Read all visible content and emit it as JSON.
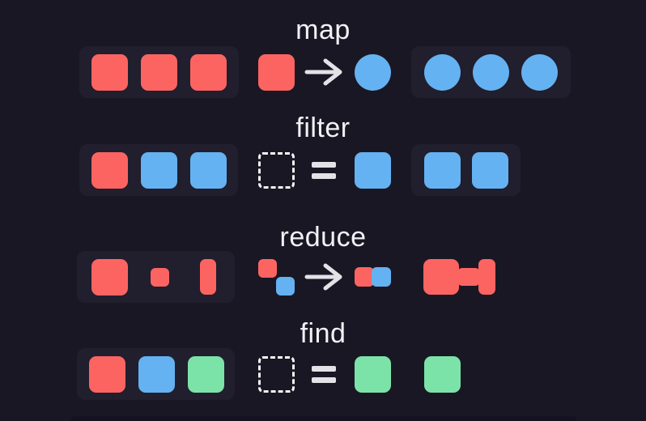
{
  "page": {
    "background": "#191724",
    "panel_color": "#211E2D",
    "bottom_strip_color": "#141220"
  },
  "colors": {
    "red": "#FC6462",
    "blue": "#64B2F2",
    "green": "#7CE3A8",
    "operator": "#E3E2E7",
    "text": "#F2F1F5",
    "dashed": "#F5F5F5"
  },
  "rows": [
    {
      "label": "map",
      "input_array": [
        "red-square",
        "red-square",
        "red-square"
      ],
      "transform": {
        "from": "red-square",
        "operator": "arrow",
        "to": "blue-circle"
      },
      "result": [
        "blue-circle",
        "blue-circle",
        "blue-circle"
      ],
      "result_panel": true
    },
    {
      "label": "filter",
      "input_array": [
        "red-square",
        "blue-square",
        "blue-square"
      ],
      "transform": {
        "from": "dashed-placeholder",
        "operator": "equals",
        "to": "blue-square"
      },
      "result": [
        "blue-square",
        "blue-square"
      ],
      "result_panel": true
    },
    {
      "label": "reduce",
      "input_array": [
        "red-square-large",
        "red-square-small",
        "red-bar-tall"
      ],
      "transform": {
        "from": "red-blue-diagonal-pair",
        "operator": "arrow",
        "to": "red-blue-merged-pair"
      },
      "result": [
        "red-merged-dumbbell"
      ],
      "result_panel": false
    },
    {
      "label": "find",
      "input_array": [
        "red-square",
        "blue-square",
        "green-square"
      ],
      "transform": {
        "from": "dashed-placeholder",
        "operator": "equals",
        "to": "green-square"
      },
      "result": [
        "green-square"
      ],
      "result_panel": false
    }
  ]
}
